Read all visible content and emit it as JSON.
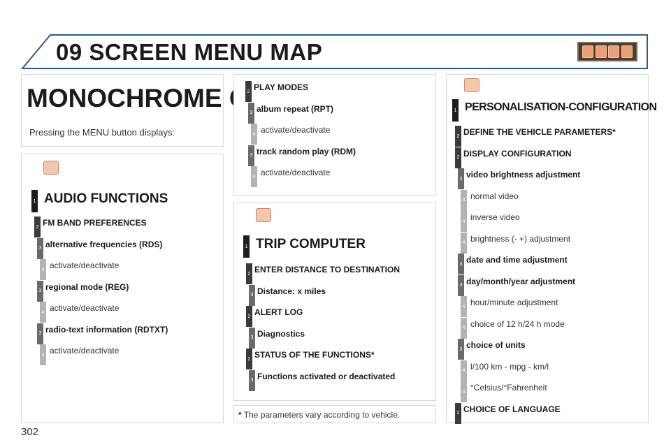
{
  "header": {
    "chapter": "09",
    "title": "SCREEN MENU MAP"
  },
  "intro": {
    "title": "MONOCHROME C",
    "text": "Pressing the MENU button displays:"
  },
  "audio": {
    "title": "AUDIO FUNCTIONS",
    "items": [
      {
        "level": "1",
        "text": ""
      },
      {
        "level": "2",
        "text": "FM BAND PREFERENCES"
      },
      {
        "level": "3",
        "text": "alternative frequencies (RDS)"
      },
      {
        "level": "4",
        "text": "activate/deactivate"
      },
      {
        "level": "3",
        "text": "regional mode (REG)"
      },
      {
        "level": "4",
        "text": "activate/deactivate"
      },
      {
        "level": "3",
        "text": "radio-text information (RDTXT)"
      },
      {
        "level": "4",
        "text": "activate/deactivate"
      }
    ]
  },
  "play": {
    "items": [
      {
        "level": "2",
        "text": "PLAY MODES"
      },
      {
        "level": "3",
        "text": "album repeat (RPT)"
      },
      {
        "level": "4",
        "text": "activate/deactivate"
      },
      {
        "level": "3",
        "text": "track random play (RDM)"
      },
      {
        "level": "4",
        "text": "activate/deactivate"
      }
    ]
  },
  "trip": {
    "title": "TRIP COMPUTER",
    "items": [
      {
        "level": "1",
        "text": ""
      },
      {
        "level": "2",
        "text": "ENTER DISTANCE TO DESTINATION"
      },
      {
        "level": "3",
        "text": "Distance: x miles"
      },
      {
        "level": "2",
        "text": "ALERT LOG"
      },
      {
        "level": "3",
        "text": "Diagnostics"
      },
      {
        "level": "2",
        "text": "STATUS OF THE FUNCTIONS*"
      },
      {
        "level": "3",
        "text": "Functions activated or deactivated"
      }
    ]
  },
  "footnote": {
    "star": "*",
    "text": "The parameters vary according to vehicle."
  },
  "config": {
    "title": "PERSONALISATION-CONFIGURATION",
    "items": [
      {
        "level": "1",
        "text": ""
      },
      {
        "level": "2",
        "text": "DEFINE THE VEHICLE PARAMETERS*"
      },
      {
        "level": "2",
        "text": "DISPLAY CONFIGURATION"
      },
      {
        "level": "3",
        "text": "video brightness adjustment"
      },
      {
        "level": "4",
        "text": "normal video"
      },
      {
        "level": "4",
        "text": "inverse video"
      },
      {
        "level": "4",
        "text": "brightness (- +) adjustment"
      },
      {
        "level": "3",
        "text": "date and time adjustment"
      },
      {
        "level": "3",
        "text": "day/month/year adjustment"
      },
      {
        "level": "4",
        "text": "hour/minute adjustment"
      },
      {
        "level": "4",
        "text": "choice of 12 h/24 h mode"
      },
      {
        "level": "3",
        "text": "choice of units"
      },
      {
        "level": "4",
        "text": "l/100 km - mpg - km/l"
      },
      {
        "level": "4",
        "text": "°Celsius/°Fahrenheit"
      },
      {
        "level": "2",
        "text": "CHOICE OF LANGUAGE"
      }
    ]
  },
  "page_number": "302",
  "colors": {
    "header_border": "#2d5d8e",
    "panel_border": "#d8d8d8",
    "icon_fill": "#f3c7ad"
  }
}
